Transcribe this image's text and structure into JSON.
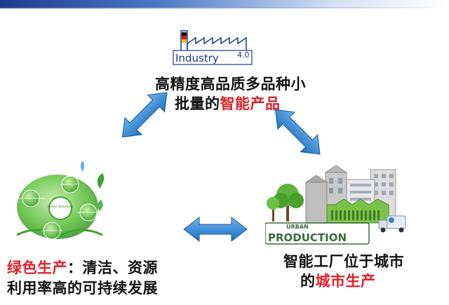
{
  "logo": {
    "brand": "Industry",
    "version": "4.0"
  },
  "top_node": {
    "line1": "高精度高品质多品种小",
    "line2_prefix": "批量的",
    "line2_highlight": "智能产品"
  },
  "left_node": {
    "line1_highlight": "绿色生产",
    "line1_rest": "：清洁、资源",
    "line2": "利用率高的可持续发展",
    "circle_labels": [
      "Green Solutions",
      "Recovery Life",
      "Green Production",
      "Low Carbon Life",
      "Low Carbon Accounts"
    ]
  },
  "right_node": {
    "badge_line1": "URBAN",
    "badge_line2": "PRODUCTION",
    "line1": "智能工厂位于城市",
    "line2_prefix": "的",
    "line2_highlight": "城市生产"
  },
  "colors": {
    "arrow": "#2b7fd0",
    "highlight": "#e0202a",
    "green": "#4cb848",
    "badge": "#3a6b3a"
  }
}
